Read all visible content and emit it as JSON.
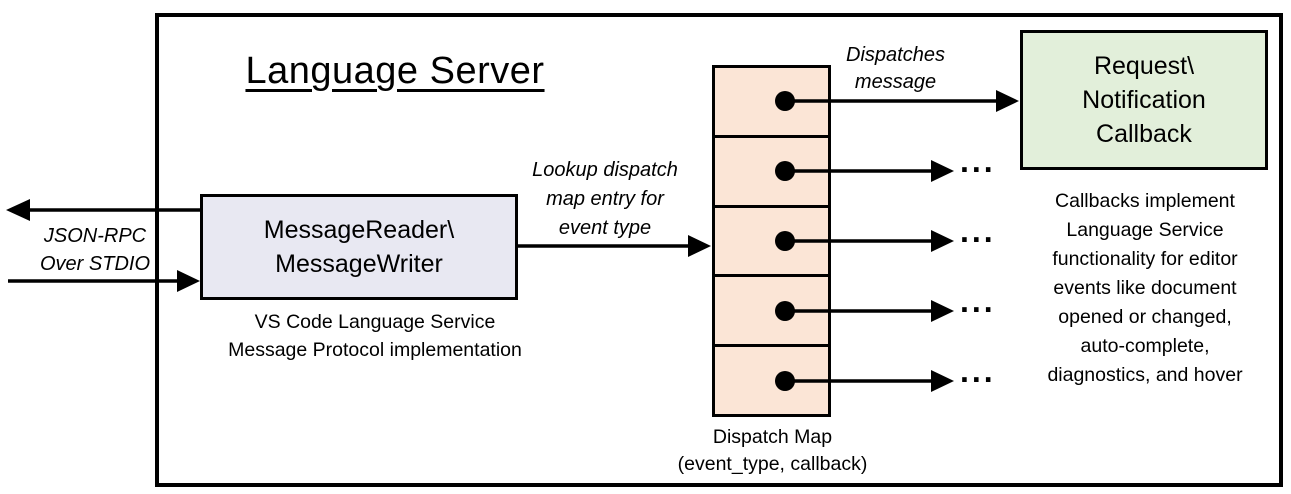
{
  "colors": {
    "line": "#000000",
    "message_box_fill": "#e8e8f2",
    "dispatch_map_fill": "#fbe5d6",
    "callback_box_fill": "#e2efda"
  },
  "title": "Language Server",
  "stdio": {
    "label": "JSON-RPC\nOver STDIO"
  },
  "message_rw": {
    "title": "MessageReader\\\nMessageWriter",
    "caption": "VS Code Language Service\nMessage Protocol implementation"
  },
  "lookup_label": "Lookup dispatch\nmap entry for\nevent type",
  "dispatches_label": "Dispatches\nmessage",
  "dispatch_map": {
    "cell_count": 5,
    "caption": "Dispatch Map\n(event_type, callback)",
    "more_label": "..."
  },
  "callback_box": {
    "title": "Request\\\nNotification\nCallback"
  },
  "callbacks_note": "Callbacks implement\nLanguage Service\nfunctionality for editor\nevents like document\nopened or changed,\nauto-complete,\ndiagnostics, and hover"
}
